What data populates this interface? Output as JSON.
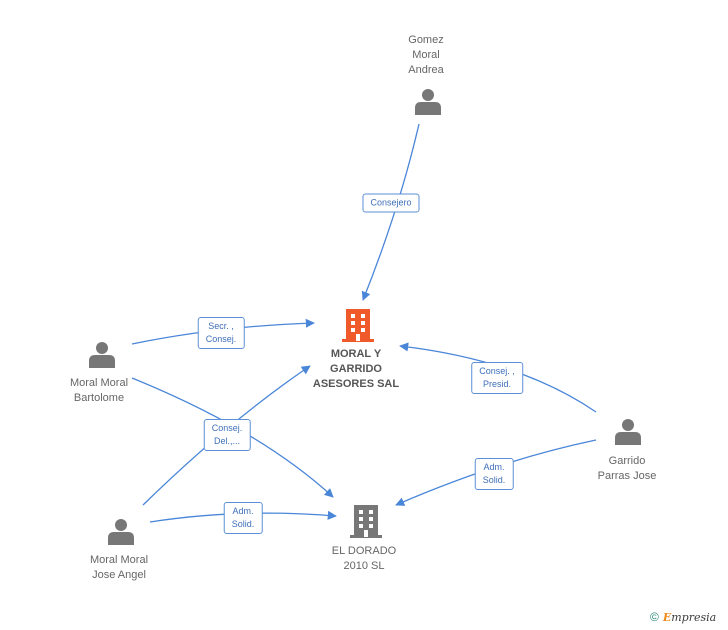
{
  "colors": {
    "edge": "#4a86d8",
    "person": "#777777",
    "company_main": "#f05a2a",
    "company": "#777777"
  },
  "nodes": {
    "gomez": {
      "icon": "person-icon",
      "label": [
        "Gomez",
        "Moral",
        "Andrea"
      ]
    },
    "main": {
      "icon": "building-icon",
      "label": [
        "MORAL Y",
        "GARRIDO",
        "ASESORES SAL"
      ]
    },
    "bartolome": {
      "icon": "person-icon",
      "label": [
        "Moral Moral",
        "Bartolome"
      ]
    },
    "garrido": {
      "icon": "person-icon",
      "label": [
        "Garrido",
        "Parras Jose"
      ]
    },
    "joseangel": {
      "icon": "person-icon",
      "label": [
        "Moral Moral",
        "Jose Angel"
      ]
    },
    "eldorado": {
      "icon": "building-icon",
      "label": [
        "EL DORADO",
        "2010 SL"
      ]
    }
  },
  "edges": {
    "consejero": [
      "Consejero"
    ],
    "secr": [
      "Secr. ,",
      "Consej."
    ],
    "consejdel": [
      "Consej.",
      "Del.,..."
    ],
    "presid": [
      "Consej. ,",
      "Presid."
    ],
    "admsolid_garrido": [
      "Adm.",
      "Solid."
    ],
    "admsolid_jose": [
      "Adm.",
      "Solid."
    ]
  },
  "footer": {
    "copyright": "©",
    "brand_initial": "E",
    "brand_rest": "mpresia"
  }
}
